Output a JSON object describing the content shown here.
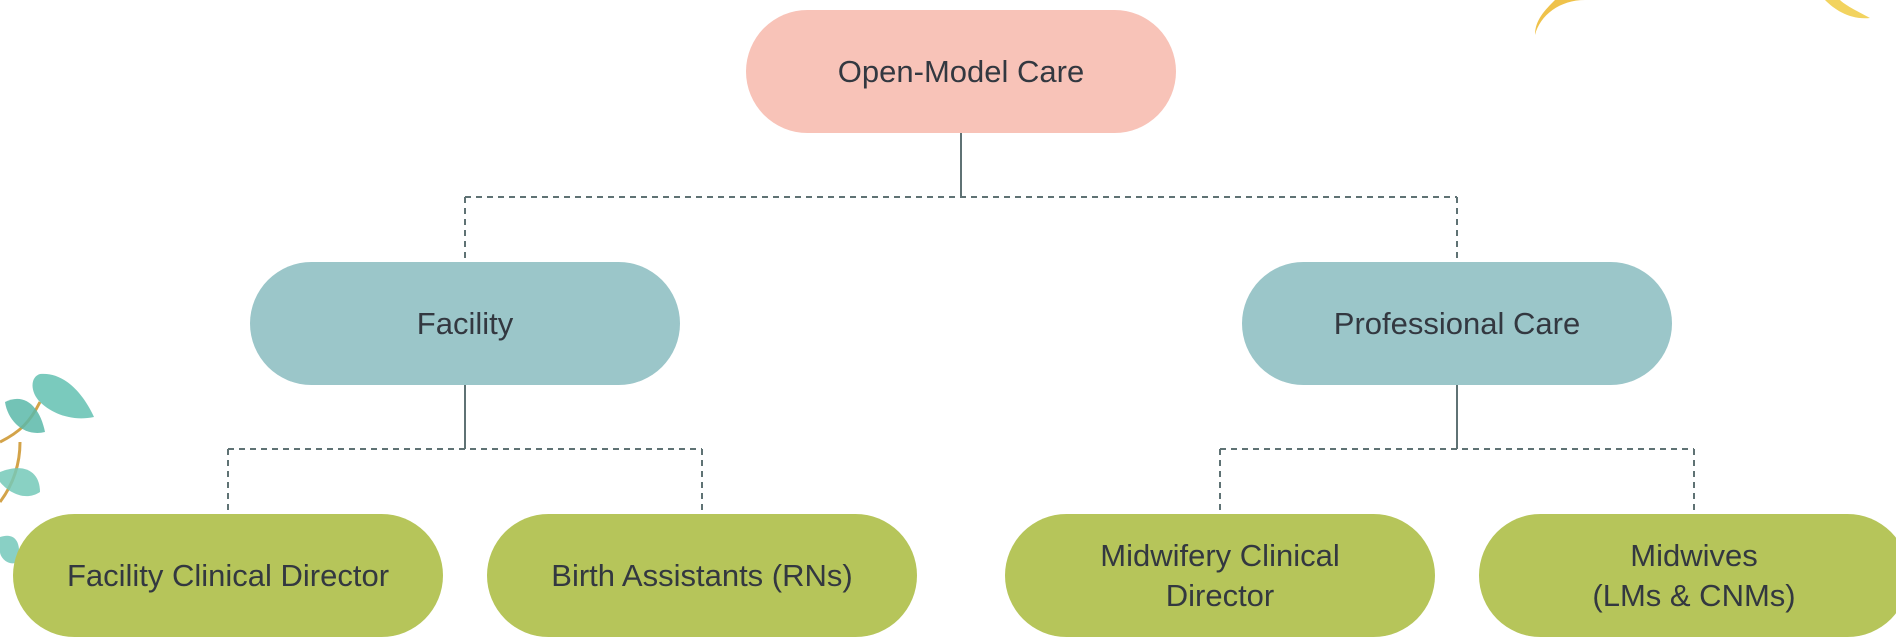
{
  "diagram": {
    "root": {
      "label": "Open-Model Care"
    },
    "branches": [
      {
        "label": "Facility",
        "children": [
          {
            "label": "Facility Clinical Director"
          },
          {
            "label": "Birth Assistants (RNs)"
          }
        ]
      },
      {
        "label": "Professional Care",
        "children": [
          {
            "label": "Midwifery Clinical\nDirector"
          },
          {
            "label": "Midwives\n(LMs & CNMs)"
          }
        ]
      }
    ]
  },
  "colors": {
    "root_fill": "#f8c3b8",
    "branch_fill": "#9bc6c9",
    "leaf_fill": "#b6c55a",
    "connector": "#5f7274",
    "text": "#333840"
  },
  "decorations": {
    "bottom_left": "leaf-sprig-icon",
    "top_right": "yellow-leaf-icon"
  }
}
